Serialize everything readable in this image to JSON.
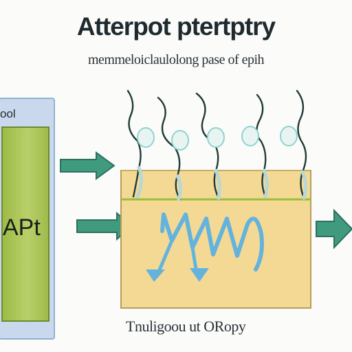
{
  "title": "Atterpot ptertptry",
  "subtitle": "memmeloiclaulolong pase of epih",
  "left_panel": {
    "label": "ool",
    "inner_label": "APt"
  },
  "caption": "Tnuligoou ut ORopy",
  "colors": {
    "arrow": "#3f9a7e",
    "panel_blue": "#c9d8ec",
    "panel_green": "#a9c55a",
    "box_fill": "#f4d995",
    "wave": "#63b3dc",
    "stroke_dark": "#1f3b36"
  },
  "icons": [
    "arrow-right-icon",
    "arrow-right-icon",
    "arrow-right-icon",
    "wave-icon",
    "down-arrow-icon",
    "strand-icon"
  ]
}
